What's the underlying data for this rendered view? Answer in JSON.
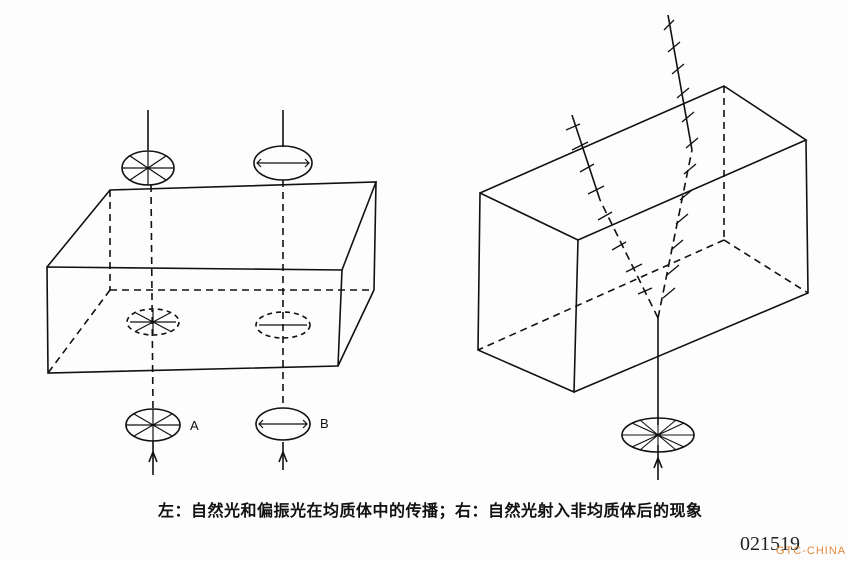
{
  "diagram": {
    "label_a": "A",
    "label_b": "B",
    "caption": "左：自然光和偏振光在均质体中的传播；右：自然光射入非均质体后的现象",
    "code": "021519",
    "watermark": "GTC-CHINA"
  }
}
